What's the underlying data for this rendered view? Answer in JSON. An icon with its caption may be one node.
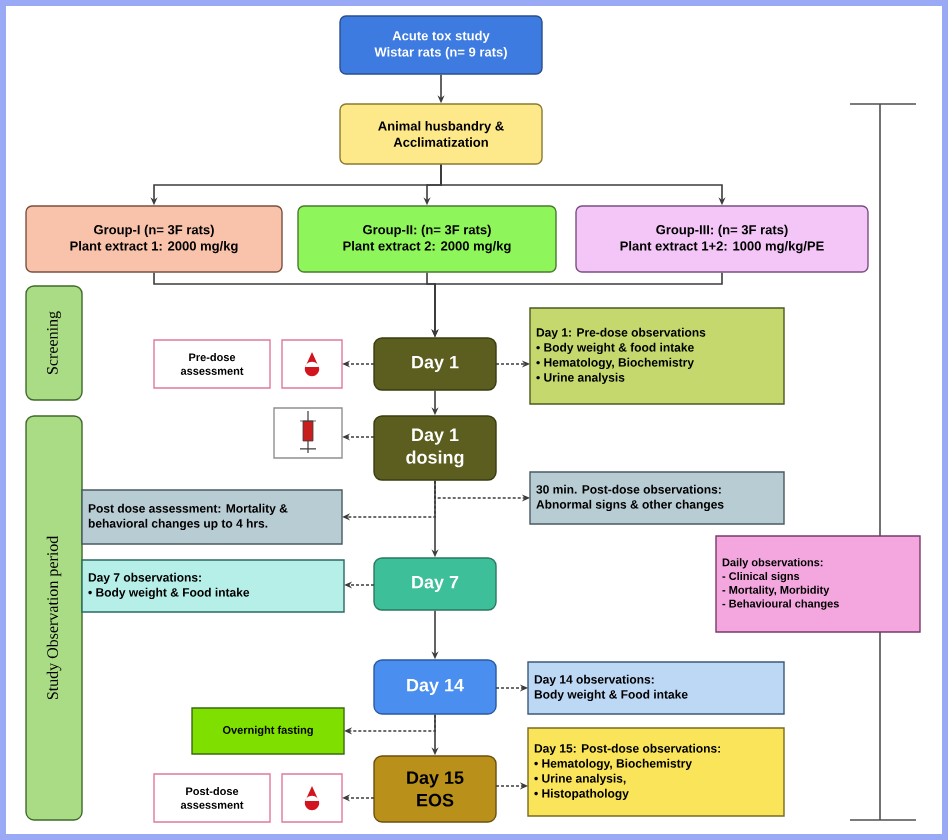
{
  "diagram": {
    "nodes": [
      {
        "text": [
          "Acute tox study",
          "Wistar rats (n= 9  rats)"
        ]
      },
      {
        "text": [
          "Animal husbandry &",
          "Acclimatization"
        ]
      },
      {
        "text": [
          "Group-I (n= 3F rats)",
          "Plant extract 1: 2000 mg/kg"
        ]
      },
      {
        "text": [
          "Group-II: (n= 3F rats)",
          "Plant extract 2: 2000 mg/kg"
        ]
      },
      {
        "text": [
          "Group-III: (n= 3F rats)",
          "Plant extract 1+2: 1000 mg/kg/PE"
        ]
      },
      {
        "text": [
          "Screening"
        ]
      },
      {
        "text": [
          "Study Observation period"
        ]
      },
      {
        "text": [
          "Pre-dose assessment"
        ]
      },
      {
        "text": [],
        "shape": "picture"
      },
      {
        "text": [
          "Day 1"
        ]
      },
      {
        "text": [
          "Day 1: Pre-dose observations",
          "• Body weight & food intake",
          "• Hematology, Biochemistry",
          "• Urine analysis"
        ]
      },
      {
        "text": [],
        "shape": "picture"
      },
      {
        "text": [
          "Day 1",
          "dosing"
        ]
      },
      {
        "text": [
          "30 min. Post-dose observations:",
          "Abnormal signs & other changes"
        ]
      },
      {
        "text": [
          "Post dose assessment: Mortality & behavioral changes up to 4 hrs."
        ]
      },
      {
        "text": [
          "Day 7"
        ]
      },
      {
        "text": [
          "Day 7 observations:",
          "• Body weight & Food intake"
        ]
      },
      {
        "text": [
          "Daily observations:",
          "- Clinical signs",
          "- Mortality, Morbidity",
          "- Behavioural changes"
        ]
      },
      {
        "text": [
          "Day 14"
        ]
      },
      {
        "text": [
          "Day 14 observations:",
          "Body weight & Food intake"
        ]
      },
      {
        "text": [
          "Overnight fasting"
        ]
      },
      {
        "text": [
          "Post-dose assessment"
        ]
      },
      {
        "text": [],
        "shape": "picture"
      },
      {
        "text": [
          "Day 15",
          "EOS"
        ]
      },
      {
        "text": [
          "Day 15: Post-dose observations:",
          "• Hematology, Biochemistry",
          "• Urine analysis,",
          "• Histopathology"
        ]
      }
    ],
    "edges": [
      {
        "from": 0,
        "to": 1,
        "arrow": "to"
      },
      {
        "from": 1,
        "to": 2,
        "arrow": "to"
      },
      {
        "from": 1,
        "to": 3,
        "arrow": "to"
      },
      {
        "from": 1,
        "to": 4,
        "arrow": "to"
      },
      {
        "from": 2,
        "to": 9,
        "arrow": "to"
      },
      {
        "from": 3,
        "to": 9,
        "arrow": "to"
      },
      {
        "from": 4,
        "to": 9,
        "arrow": "to"
      },
      {
        "from": 9,
        "to": 12,
        "arrow": "to"
      },
      {
        "from": 12,
        "to": 15,
        "arrow": "to"
      },
      {
        "from": 15,
        "to": 18,
        "arrow": "to"
      },
      {
        "from": 18,
        "to": 23,
        "arrow": "to"
      },
      {
        "from": 9,
        "to": 8,
        "arrow": "to",
        "style": "dashed"
      },
      {
        "from": 9,
        "to": 10,
        "arrow": "to",
        "style": "dashed"
      },
      {
        "from": 12,
        "to": 11,
        "arrow": "to",
        "style": "dashed"
      },
      {
        "from": 12,
        "to": 14,
        "arrow": "to",
        "style": "dashed"
      },
      {
        "from": 12,
        "to": 13,
        "arrow": "to",
        "style": "dashed"
      },
      {
        "from": 15,
        "to": 16,
        "arrow": "to",
        "style": "dashed"
      },
      {
        "from": 18,
        "to": 19,
        "arrow": "to",
        "style": "dashed"
      },
      {
        "from": 18,
        "to": 20,
        "arrow": "to",
        "style": "dashed"
      },
      {
        "from": 23,
        "to": 22,
        "arrow": "to",
        "style": "dashed"
      },
      {
        "from": 23,
        "to": 24,
        "arrow": "to",
        "style": "dashed"
      }
    ]
  }
}
